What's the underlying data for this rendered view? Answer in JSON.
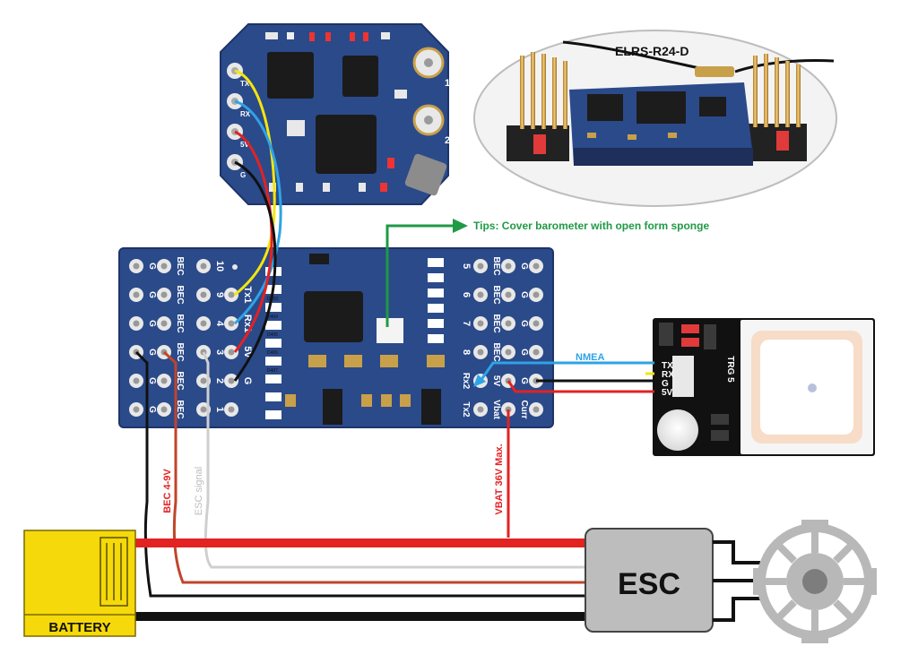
{
  "colors": {
    "pcb_blue": "#2b4a8a",
    "wire_red": "#e32222",
    "wire_black": "#111111",
    "wire_yellow": "#f5e50c",
    "wire_blue": "#2ea3e6",
    "wire_white": "#cfcfcf",
    "wire_brown": "#c0452a",
    "tip_green": "#1f9a45",
    "nmea_blue": "#2ea3e6",
    "battery_yellow": "#f5d90a",
    "esc_grey": "#bdbdbd",
    "motor_grey": "#b8b8b8"
  },
  "receiver": {
    "label": "ELRS-R24-D",
    "antenna_labels": [
      "1",
      "2"
    ],
    "pin_labels": [
      "TX",
      "RX",
      "5V",
      "G"
    ]
  },
  "tip": {
    "text": "Tips: Cover barometer with open form sponge"
  },
  "fc": {
    "left_col1": [
      "G",
      "G",
      "G",
      "G",
      "G",
      "G"
    ],
    "left_col2": [
      "BEC",
      "BEC",
      "BEC",
      "BEC",
      "BEC",
      "BEC"
    ],
    "left_col3": [
      "10",
      "9",
      "4",
      "3",
      "2",
      "1"
    ],
    "uart_labels": [
      "Tx1",
      "Rx1",
      "5V",
      "G"
    ],
    "right_nums": [
      "5",
      "6",
      "7",
      "8"
    ],
    "right_bec": [
      "BEC",
      "BEC",
      "BEC",
      "BEC"
    ],
    "right_g": [
      "G",
      "G",
      "G",
      "G"
    ],
    "bottom_labels": [
      "Rx2",
      "Tx2",
      "5V",
      "Vbat",
      "G",
      "Curr"
    ],
    "chip_labels": [
      "D403",
      "D404",
      "D405",
      "D406",
      "D407"
    ]
  },
  "gps": {
    "nmea_label": "NMEA",
    "pin_labels": [
      "TX",
      "RX",
      "G",
      "5V"
    ],
    "model_label": "TRG 5"
  },
  "labels": {
    "bec": "BEC 4-9V",
    "esc_signal": "ESC signal",
    "vbat": "VBAT  36V Max."
  },
  "battery": {
    "label": "BATTERY"
  },
  "esc": {
    "label": "ESC"
  }
}
